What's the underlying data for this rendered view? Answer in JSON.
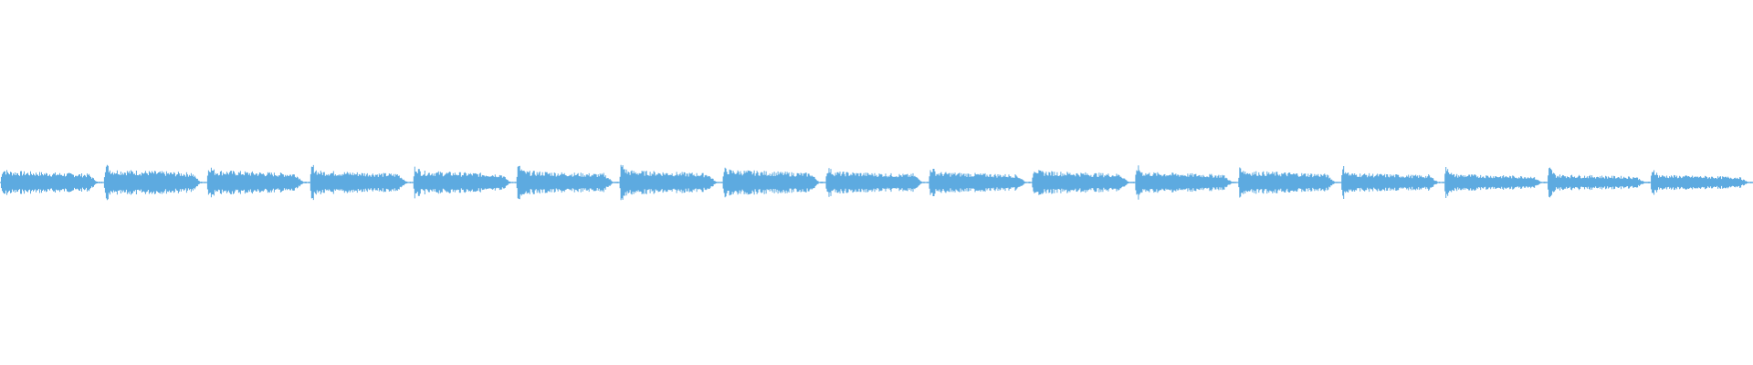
{
  "waveform": {
    "color": "#5DAAE0",
    "background": "#FFFFFF",
    "segments": [
      {
        "attack": 0.72,
        "sustain": 0.55,
        "release": 0.18
      },
      {
        "attack": 0.95,
        "sustain": 0.62,
        "release": 0.22
      },
      {
        "attack": 0.9,
        "sustain": 0.58,
        "release": 0.2
      },
      {
        "attack": 0.92,
        "sustain": 0.56,
        "release": 0.2
      },
      {
        "attack": 0.88,
        "sustain": 0.55,
        "release": 0.2
      },
      {
        "attack": 0.9,
        "sustain": 0.55,
        "release": 0.18
      },
      {
        "attack": 0.97,
        "sustain": 0.58,
        "release": 0.22
      },
      {
        "attack": 0.7,
        "sustain": 0.6,
        "release": 0.25
      },
      {
        "attack": 0.78,
        "sustain": 0.52,
        "release": 0.2
      },
      {
        "attack": 0.82,
        "sustain": 0.5,
        "release": 0.18
      },
      {
        "attack": 0.8,
        "sustain": 0.55,
        "release": 0.2
      },
      {
        "attack": 0.88,
        "sustain": 0.5,
        "release": 0.18
      },
      {
        "attack": 0.85,
        "sustain": 0.55,
        "release": 0.22
      },
      {
        "attack": 0.82,
        "sustain": 0.45,
        "release": 0.3
      },
      {
        "attack": 0.95,
        "sustain": 0.4,
        "release": 0.3
      },
      {
        "attack": 0.8,
        "sustain": 0.38,
        "release": 0.3
      },
      {
        "attack": 0.8,
        "sustain": 0.36,
        "release": 0.3
      }
    ]
  }
}
